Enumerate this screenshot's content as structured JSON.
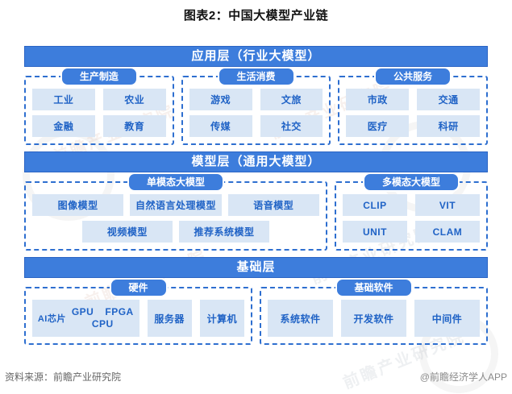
{
  "title": "图表2：中国大模型产业链",
  "colors": {
    "primary_blue": "#3D7DDC",
    "primary_blue_border": "#2B64C4",
    "dashed_border_blue": "#2E6FD0",
    "item_bg_blue": "#D9E6F5",
    "item_text_blue": "#2063C6"
  },
  "layers": [
    {
      "header": "应用层（行业大模型）",
      "groups": [
        {
          "label": "生产制造",
          "items": [
            "工业",
            "农业",
            "金融",
            "教育"
          ]
        },
        {
          "label": "生活消费",
          "items": [
            "游戏",
            "文旅",
            "传媒",
            "社交"
          ]
        },
        {
          "label": "公共服务",
          "items": [
            "市政",
            "交通",
            "医疗",
            "科研"
          ]
        }
      ]
    },
    {
      "header": "模型层（通用大模型）",
      "groups": [
        {
          "label": "单模态大模型",
          "items": [
            "图像模型",
            "自然语言处理模型",
            "语音模型",
            "视频模型",
            "推荐系统模型"
          ]
        },
        {
          "label": "多模态大模型",
          "items": [
            "CLIP",
            "VIT",
            "UNIT",
            "CLAM"
          ]
        }
      ]
    },
    {
      "header": "基础层",
      "groups": [
        {
          "label": "硬件",
          "chip_box": {
            "label": "AI芯片",
            "chips": [
              "GPU",
              "FPGA",
              "CPU"
            ]
          },
          "items": [
            "服务器",
            "计算机"
          ]
        },
        {
          "label": "基础软件",
          "items": [
            "系统软件",
            "开发软件",
            "中间件"
          ]
        }
      ]
    }
  ],
  "footer": {
    "source": "资料来源：前瞻产业研究院",
    "brand": "@前瞻经济学人APP"
  },
  "watermark_text": "前瞻产业研究院"
}
